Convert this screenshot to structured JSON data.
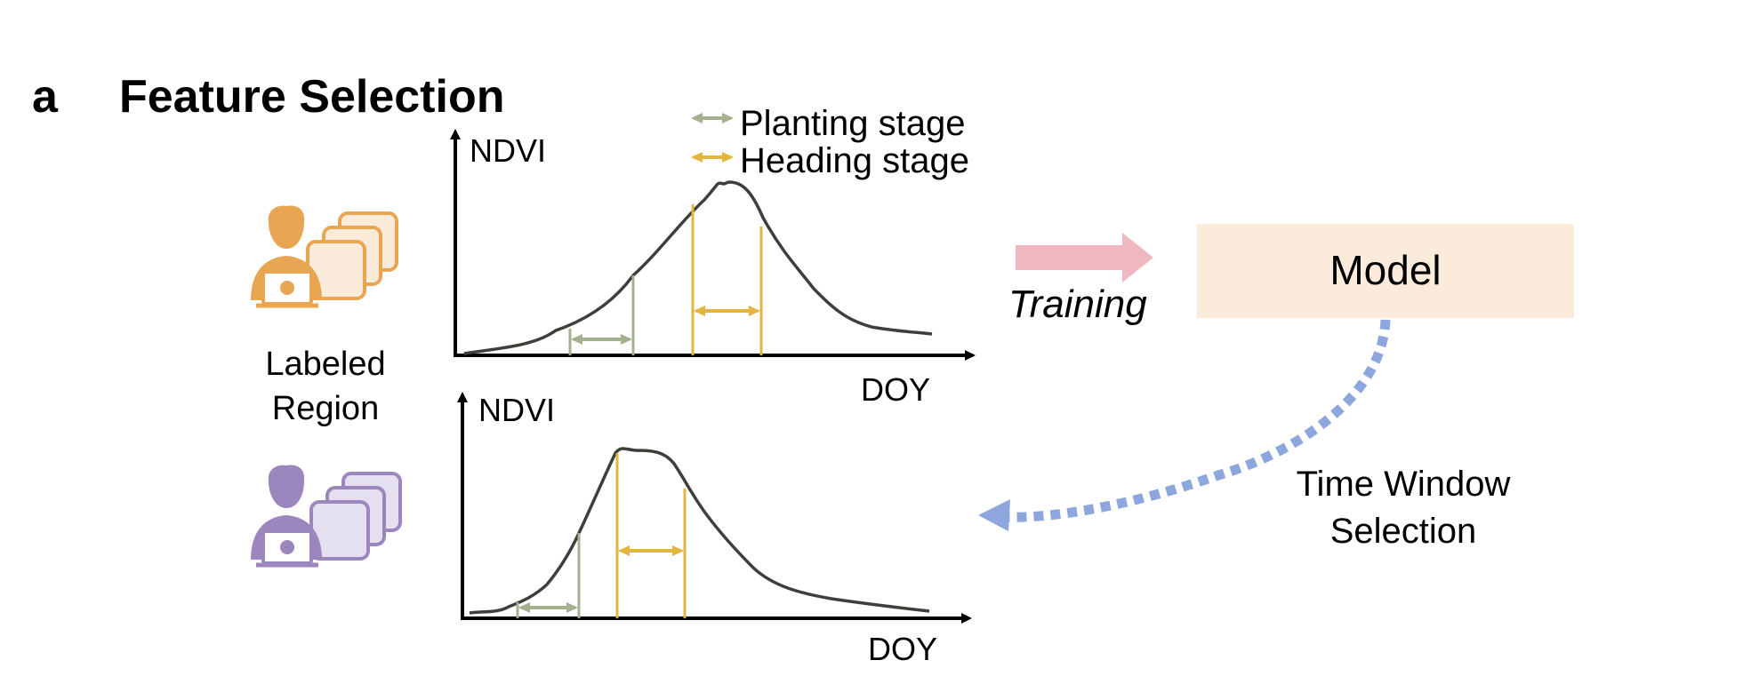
{
  "panel": {
    "letter": "a",
    "title": "Feature Selection"
  },
  "legend": {
    "planting": {
      "label": "Planting stage",
      "color": "#a3b18f"
    },
    "heading": {
      "label": "Heading stage",
      "color": "#e2b53f"
    }
  },
  "top_chart": {
    "y_label": "NDVI",
    "x_label": "DOY"
  },
  "bottom_chart": {
    "y_label": "NDVI",
    "x_label": "DOY"
  },
  "labeled_region": {
    "line1": "Labeled",
    "line2": "Region",
    "icon_color": "#e8a653"
  },
  "target_region": {
    "icon_color": "#9b86bd"
  },
  "training": {
    "label": "Training",
    "arrow_color": "#efb8c0"
  },
  "model": {
    "label": "Model",
    "box_color": "#faebdb"
  },
  "time_window": {
    "line1": "Time Window",
    "line2": "Selection",
    "arrow_color": "#8ea6de"
  },
  "colors": {
    "curve": "#3f3f3a",
    "axis": "#000000"
  },
  "icons": {
    "region_icon": "user-with-laptop-and-document-stack-icon"
  }
}
